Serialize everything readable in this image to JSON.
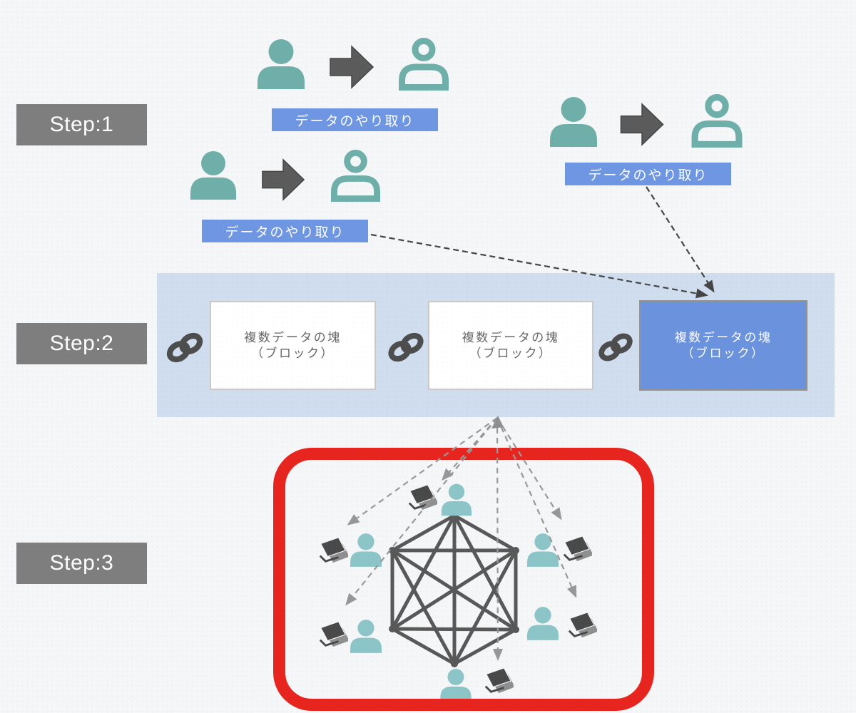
{
  "steps": [
    {
      "label": "Step:1"
    },
    {
      "label": "Step:2"
    },
    {
      "label": "Step:3"
    }
  ],
  "exchanges": [
    {
      "label": "データのやり取り"
    },
    {
      "label": "データのやり取り"
    },
    {
      "label": "データのやり取り"
    }
  ],
  "blocks": [
    {
      "line1": "複数データの塊",
      "line2": "（ブロック）",
      "highlighted": false
    },
    {
      "line1": "複数データの塊",
      "line2": "（ブロック）",
      "highlighted": false
    },
    {
      "line1": "複数データの塊",
      "line2": "（ブロック）",
      "highlighted": true
    }
  ],
  "network": {
    "nodes": 6,
    "node_icon": "person",
    "ledger_icon": "book-ledger",
    "topology": "full-mesh-hexagon",
    "highlight": "red-rounded-border"
  },
  "icons": {
    "sender": "person-filled",
    "receiver": "person-outline",
    "transfer": "block-arrow-right",
    "link": "chain-link",
    "ledger": "book-ledger"
  },
  "colors": {
    "teal": "#6fafa9",
    "teal_light": "#8cc5c8",
    "label_blue": "#6e96e2",
    "block_blue": "#6b92dd",
    "band_blue": "#cfddee",
    "step_gray": "#7e7e7e",
    "dark_gray": "#4a4a4a",
    "arrow_gray": "#999999",
    "highlight_red": "#e8241f",
    "background": "#f4f6f7"
  }
}
